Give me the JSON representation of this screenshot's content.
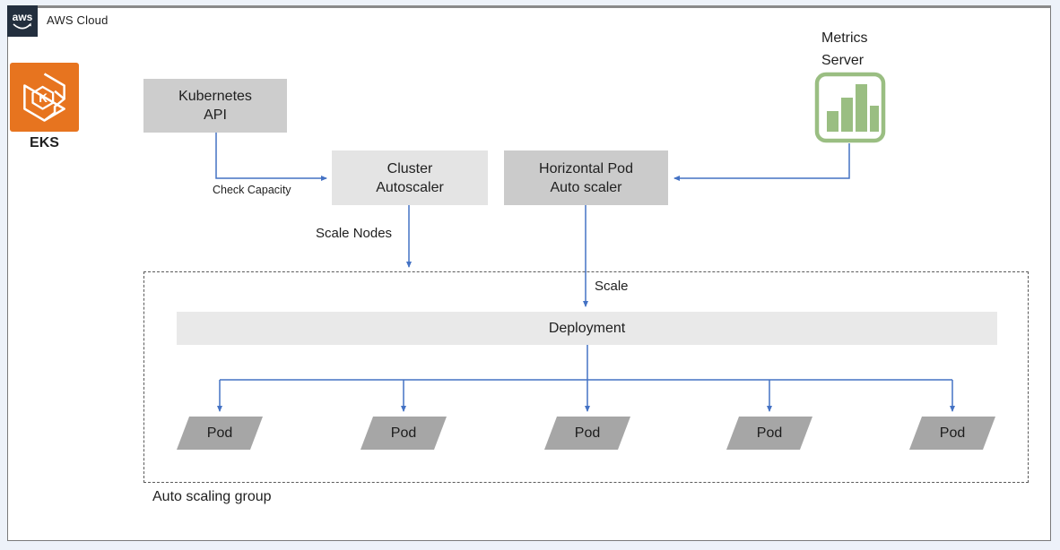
{
  "aws_cloud": {
    "logo_text": "aws",
    "label": "AWS Cloud"
  },
  "eks": {
    "label": "EKS"
  },
  "nodes": {
    "kubernetes_api": {
      "line1": "Kubernetes",
      "line2": "API"
    },
    "cluster_autoscaler": {
      "line1": "Cluster",
      "line2": "Autoscaler"
    },
    "horizontal_pod_autoscaler": {
      "line1": "Horizontal Pod",
      "line2": "Auto scaler"
    },
    "metrics_server": {
      "line1": "Metrics",
      "line2": "Server"
    },
    "deployment": {
      "label": "Deployment"
    }
  },
  "pods": [
    {
      "label": "Pod"
    },
    {
      "label": "Pod"
    },
    {
      "label": "Pod"
    },
    {
      "label": "Pod"
    },
    {
      "label": "Pod"
    }
  ],
  "edge_labels": {
    "check_capacity": "Check Capacity",
    "scale_nodes": "Scale Nodes",
    "scale": "Scale"
  },
  "group": {
    "label": "Auto scaling group"
  },
  "colors": {
    "arrow": "#4472C4",
    "aws-navy": "#232F3E",
    "eks-orange": "#E7741F",
    "metrics-green": "#9ABE82",
    "box-gray": "#CDCDCD",
    "box-gray-light": "#E4E4E4",
    "box-gray-dark": "#CBCBCB",
    "deployment-gray": "#E9E9E9",
    "pod-gray": "#A6A6A6",
    "text": "#1F1F1F"
  }
}
